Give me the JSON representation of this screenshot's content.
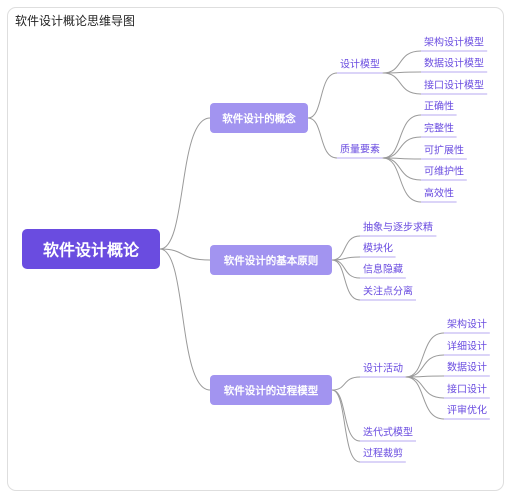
{
  "title": "软件设计概论思维导图",
  "root": "软件设计概论",
  "branches": [
    {
      "label": "软件设计的概念",
      "children": [
        {
          "label": "设计模型",
          "children": [
            "架构设计模型",
            "数据设计模型",
            "接口设计模型"
          ]
        },
        {
          "label": "质量要素",
          "children": [
            "正确性",
            "完整性",
            "可扩展性",
            "可维护性",
            "高效性"
          ]
        }
      ]
    },
    {
      "label": "软件设计的基本原则",
      "children": [
        {
          "label": "抽象与逐步求精",
          "children": []
        },
        {
          "label": "模块化",
          "children": []
        },
        {
          "label": "信息隐藏",
          "children": []
        },
        {
          "label": "关注点分离",
          "children": []
        }
      ]
    },
    {
      "label": "软件设计的过程模型",
      "children": [
        {
          "label": "设计活动",
          "children": [
            "架构设计",
            "详细设计",
            "数据设计",
            "接口设计",
            "评审优化"
          ]
        },
        {
          "label": "迭代式模型",
          "children": []
        },
        {
          "label": "过程裁剪",
          "children": []
        }
      ]
    }
  ],
  "colors": {
    "root": "#6a4ce0",
    "branch": "#a294f0",
    "text": "#6a4ce0",
    "edge": "#9a9a9a",
    "underline": "#b7a8f2"
  }
}
